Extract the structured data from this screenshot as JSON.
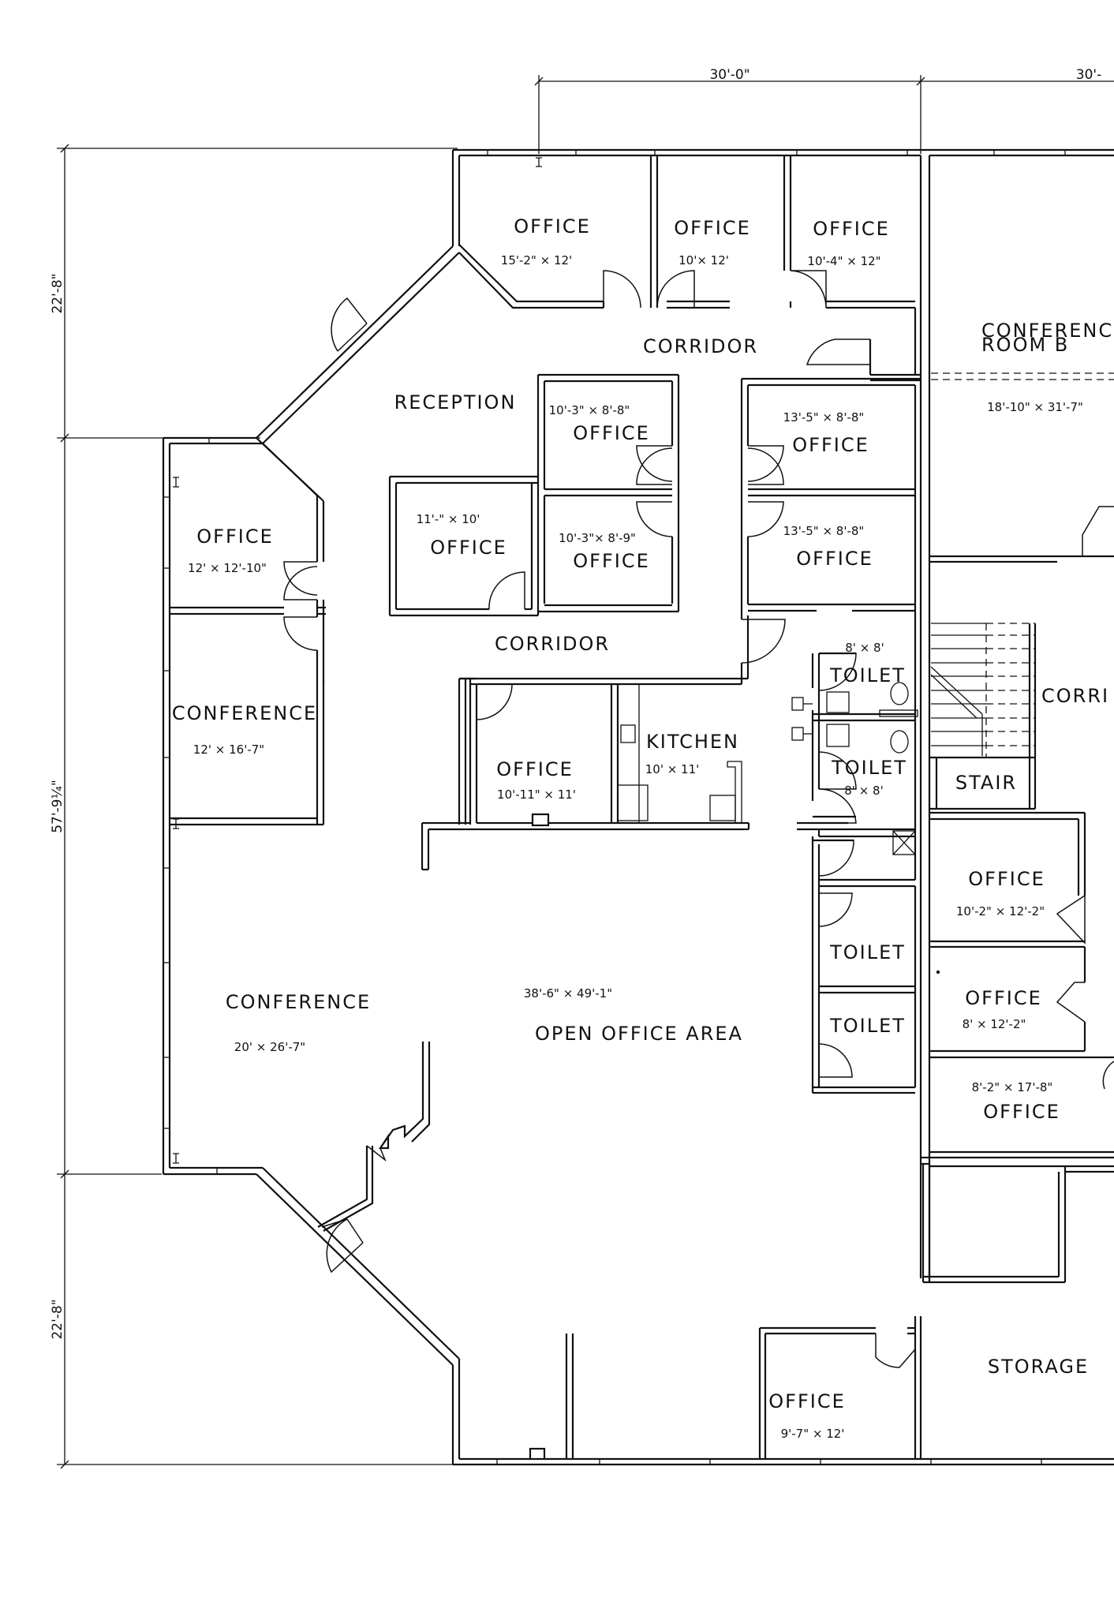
{
  "dimensions": {
    "top_left": "30'-0\"",
    "top_right": "30'-",
    "side_top": "22'-8\"",
    "side_middle": "57'-9¼\"",
    "side_bottom": "22'-8\""
  },
  "rooms": {
    "office_top_left": {
      "name": "OFFICE",
      "size": "15'-2\" × 12'"
    },
    "office_top_middle": {
      "name": "OFFICE",
      "size": "10'× 12'"
    },
    "office_top_right": {
      "name": "OFFICE",
      "size": "10'-4\" × 12\""
    },
    "corridor_top": {
      "name": "CORRIDOR"
    },
    "conference_room_b": {
      "name_line1": "CONFERENC",
      "name_line2": "ROOM  B",
      "size": "18'-10\" × 31'-7\""
    },
    "reception": {
      "name": "RECEPTION"
    },
    "office_center_upper": {
      "name": "OFFICE",
      "size": "10'-3\" × 8'-8\""
    },
    "office_right_upper": {
      "name": "OFFICE",
      "size": "13'-5\" × 8'-8\""
    },
    "office_left_wing": {
      "name": "OFFICE",
      "size": "12' × 12'-10\""
    },
    "office_center_left": {
      "name": "OFFICE",
      "size": "11'-\" × 10'"
    },
    "office_center_lower": {
      "name": "OFFICE",
      "size": "10'-3\"× 8'-9\""
    },
    "office_right_lower": {
      "name": "OFFICE",
      "size": "13'-5\" × 8'-8\""
    },
    "corridor_middle": {
      "name": "CORRIDOR"
    },
    "conference_left": {
      "name": "CONFERENCE",
      "size": "12' × 16'-7\""
    },
    "toilet_upper": {
      "name": "TOILET",
      "size": "8' × 8'"
    },
    "corridor_right": {
      "name": "CORRI"
    },
    "kitchen": {
      "name": "KITCHEN",
      "size": "10' × 11'"
    },
    "office_kitchen_adj": {
      "name": "OFFICE",
      "size": "10'-11\" × 11'"
    },
    "toilet_lower": {
      "name": "TOILET",
      "size": "8' × 8'"
    },
    "stair": {
      "name": "STAIR"
    },
    "office_east_1": {
      "name": "OFFICE",
      "size": "10'-2\" × 12'-2\""
    },
    "toilet_3": {
      "name": "TOILET"
    },
    "conference_large": {
      "name": "CONFERENCE",
      "size": "20' × 26'-7\""
    },
    "open_office": {
      "name": "OPEN  OFFICE  AREA",
      "size": "38'-6\" × 49'-1\""
    },
    "office_east_2": {
      "name": "OFFICE",
      "size": "8' × 12'-2\""
    },
    "toilet_4": {
      "name": "TOILET"
    },
    "office_east_3": {
      "name": "OFFICE",
      "size": "8'-2\" × 17'-8\""
    },
    "storage": {
      "name": "STORAGE"
    },
    "office_bottom": {
      "name": "OFFICE",
      "size": "9'-7\" × 12'"
    }
  }
}
